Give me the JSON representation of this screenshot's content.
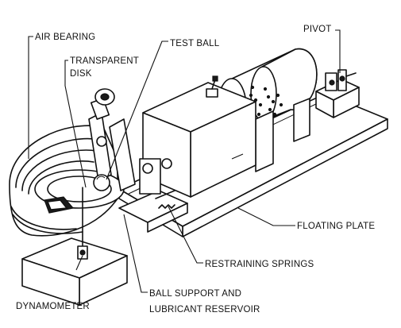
{
  "labels": {
    "air_bearing": "AIR BEARING",
    "transparent": "TRANSPARENT",
    "disk": "DISK",
    "test_ball": "TEST BALL",
    "pivot": "PIVOT",
    "floating_plate": "FLOATING PLATE",
    "restraining_springs": "RESTRAINING SPRINGS",
    "ball_support_line1": "BALL SUPPORT AND",
    "ball_support_line2": "LUBRICANT RESERVOIR",
    "dynamometer": "DYNAMOMETER"
  }
}
